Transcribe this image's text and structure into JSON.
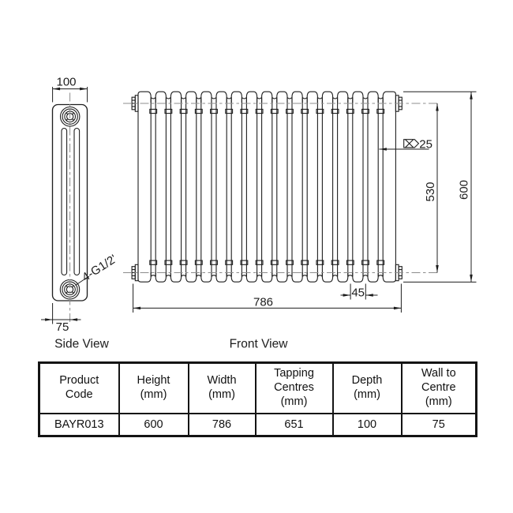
{
  "side_view": {
    "label": "Side View",
    "width_dim": "100",
    "wall_to_centre_dim": "75",
    "tapping_note": "4-G1/2'"
  },
  "front_view": {
    "label": "Front View",
    "column_diameter_dim": "⌦25",
    "tapping_height_dim": "530",
    "height_dim": "600",
    "width_dim": "786",
    "section_pitch_dim": "45"
  },
  "spec_table": {
    "headers": [
      "Product\nCode",
      "Height\n(mm)",
      "Width\n(mm)",
      "Tapping\nCentres\n(mm)",
      "Depth\n(mm)",
      "Wall to\nCentre\n(mm)"
    ],
    "row": [
      "BAYR013",
      "600",
      "786",
      "651",
      "100",
      "75"
    ]
  }
}
